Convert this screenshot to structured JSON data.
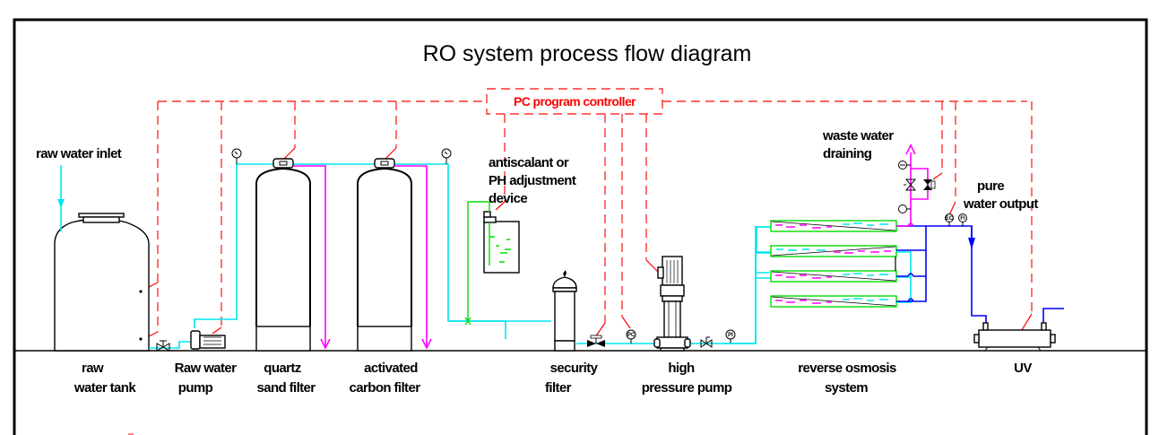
{
  "title": "RO system process flow diagram",
  "controller": {
    "label": "PC program controller"
  },
  "annotations": {
    "raw_water_inlet": "raw water inlet",
    "antiscalant_line1": "antiscalant or",
    "antiscalant_line2": "PH adjustment",
    "antiscalant_line3": "device",
    "waste_line1": "waste water",
    "waste_line2": "draining",
    "pure_line1": "pure",
    "pure_line2": "water output"
  },
  "equipment_labels": [
    {
      "line1": "raw",
      "line2": "water tank"
    },
    {
      "line1": "Raw water",
      "line2": "pump"
    },
    {
      "line1": "quartz",
      "line2": "sand filter"
    },
    {
      "line1": "activated",
      "line2": "carbon filter"
    },
    {
      "line1": "security",
      "line2": "filter"
    },
    {
      "line1": "high",
      "line2": "pressure pump"
    },
    {
      "line1": "reverse osmosis",
      "line2": "system"
    },
    {
      "line1": "UV",
      "line2": ""
    }
  ],
  "instruments": {
    "pressure_gauge_glyph": "pressure-gauge-icon",
    "pc_sensor": "PC",
    "pi_sensor": "PI",
    "fi_sensor": "FI",
    "ec_sensor": "EC"
  },
  "colors": {
    "raw_water_line": "#00e5ee",
    "waste_line": "#ff00ff",
    "pure_water_line": "#0000ff",
    "dosing_line": "#00dd00",
    "control_signal": "#ff3030"
  }
}
